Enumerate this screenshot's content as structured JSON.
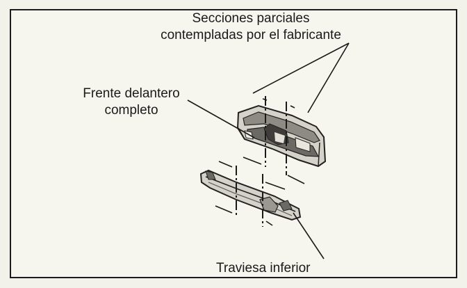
{
  "labels": {
    "sections_line1": "Secciones parciales",
    "sections_line2": "contempladas por el fabricante",
    "front_line1": "Frente delantero",
    "front_line2": "completo",
    "crossmember": "Traviesa inferior"
  },
  "colors": {
    "ink": "#1a1a1a",
    "paper": "#f6f5ee",
    "part_fill": "#cfcdc4",
    "part_dark": "#5c5a55"
  }
}
